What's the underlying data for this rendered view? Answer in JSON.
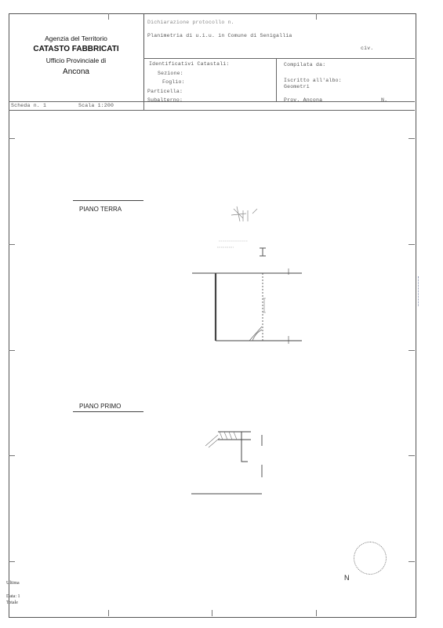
{
  "header": {
    "agency_line1": "Agenzia del Territorio",
    "agency_line2": "CATASTO FABBRICATI",
    "agency_line3": "Ufficio Provinciale di",
    "agency_line4": "Ancona",
    "protocol": "Dichiarazione protocollo n.",
    "planimetria": "Planimetria di u.i.u. in Comune di Senigallia",
    "civ": "civ.",
    "identificativi": "Identificativi Catastali:",
    "sezione": "Sezione:",
    "foglio": "Foglio:",
    "particella": "Particella:",
    "subalterno": "Subalterno:",
    "compilata": "Compilata da:",
    "iscritto": "Iscritto all'albo:",
    "geometri": "Geometri",
    "prov": "Prov. Ancona",
    "n": "N.",
    "scheda": "Scheda n. 1",
    "scala": "Scala 1:200"
  },
  "plans": {
    "ground_title": "PIANO TERRA",
    "first_title": "PIANO PRIMO"
  },
  "footer": {
    "ultima": "Ultima",
    "data": "Data: 1",
    "totale": "Totale"
  },
  "compass": {
    "north_label": "N"
  }
}
